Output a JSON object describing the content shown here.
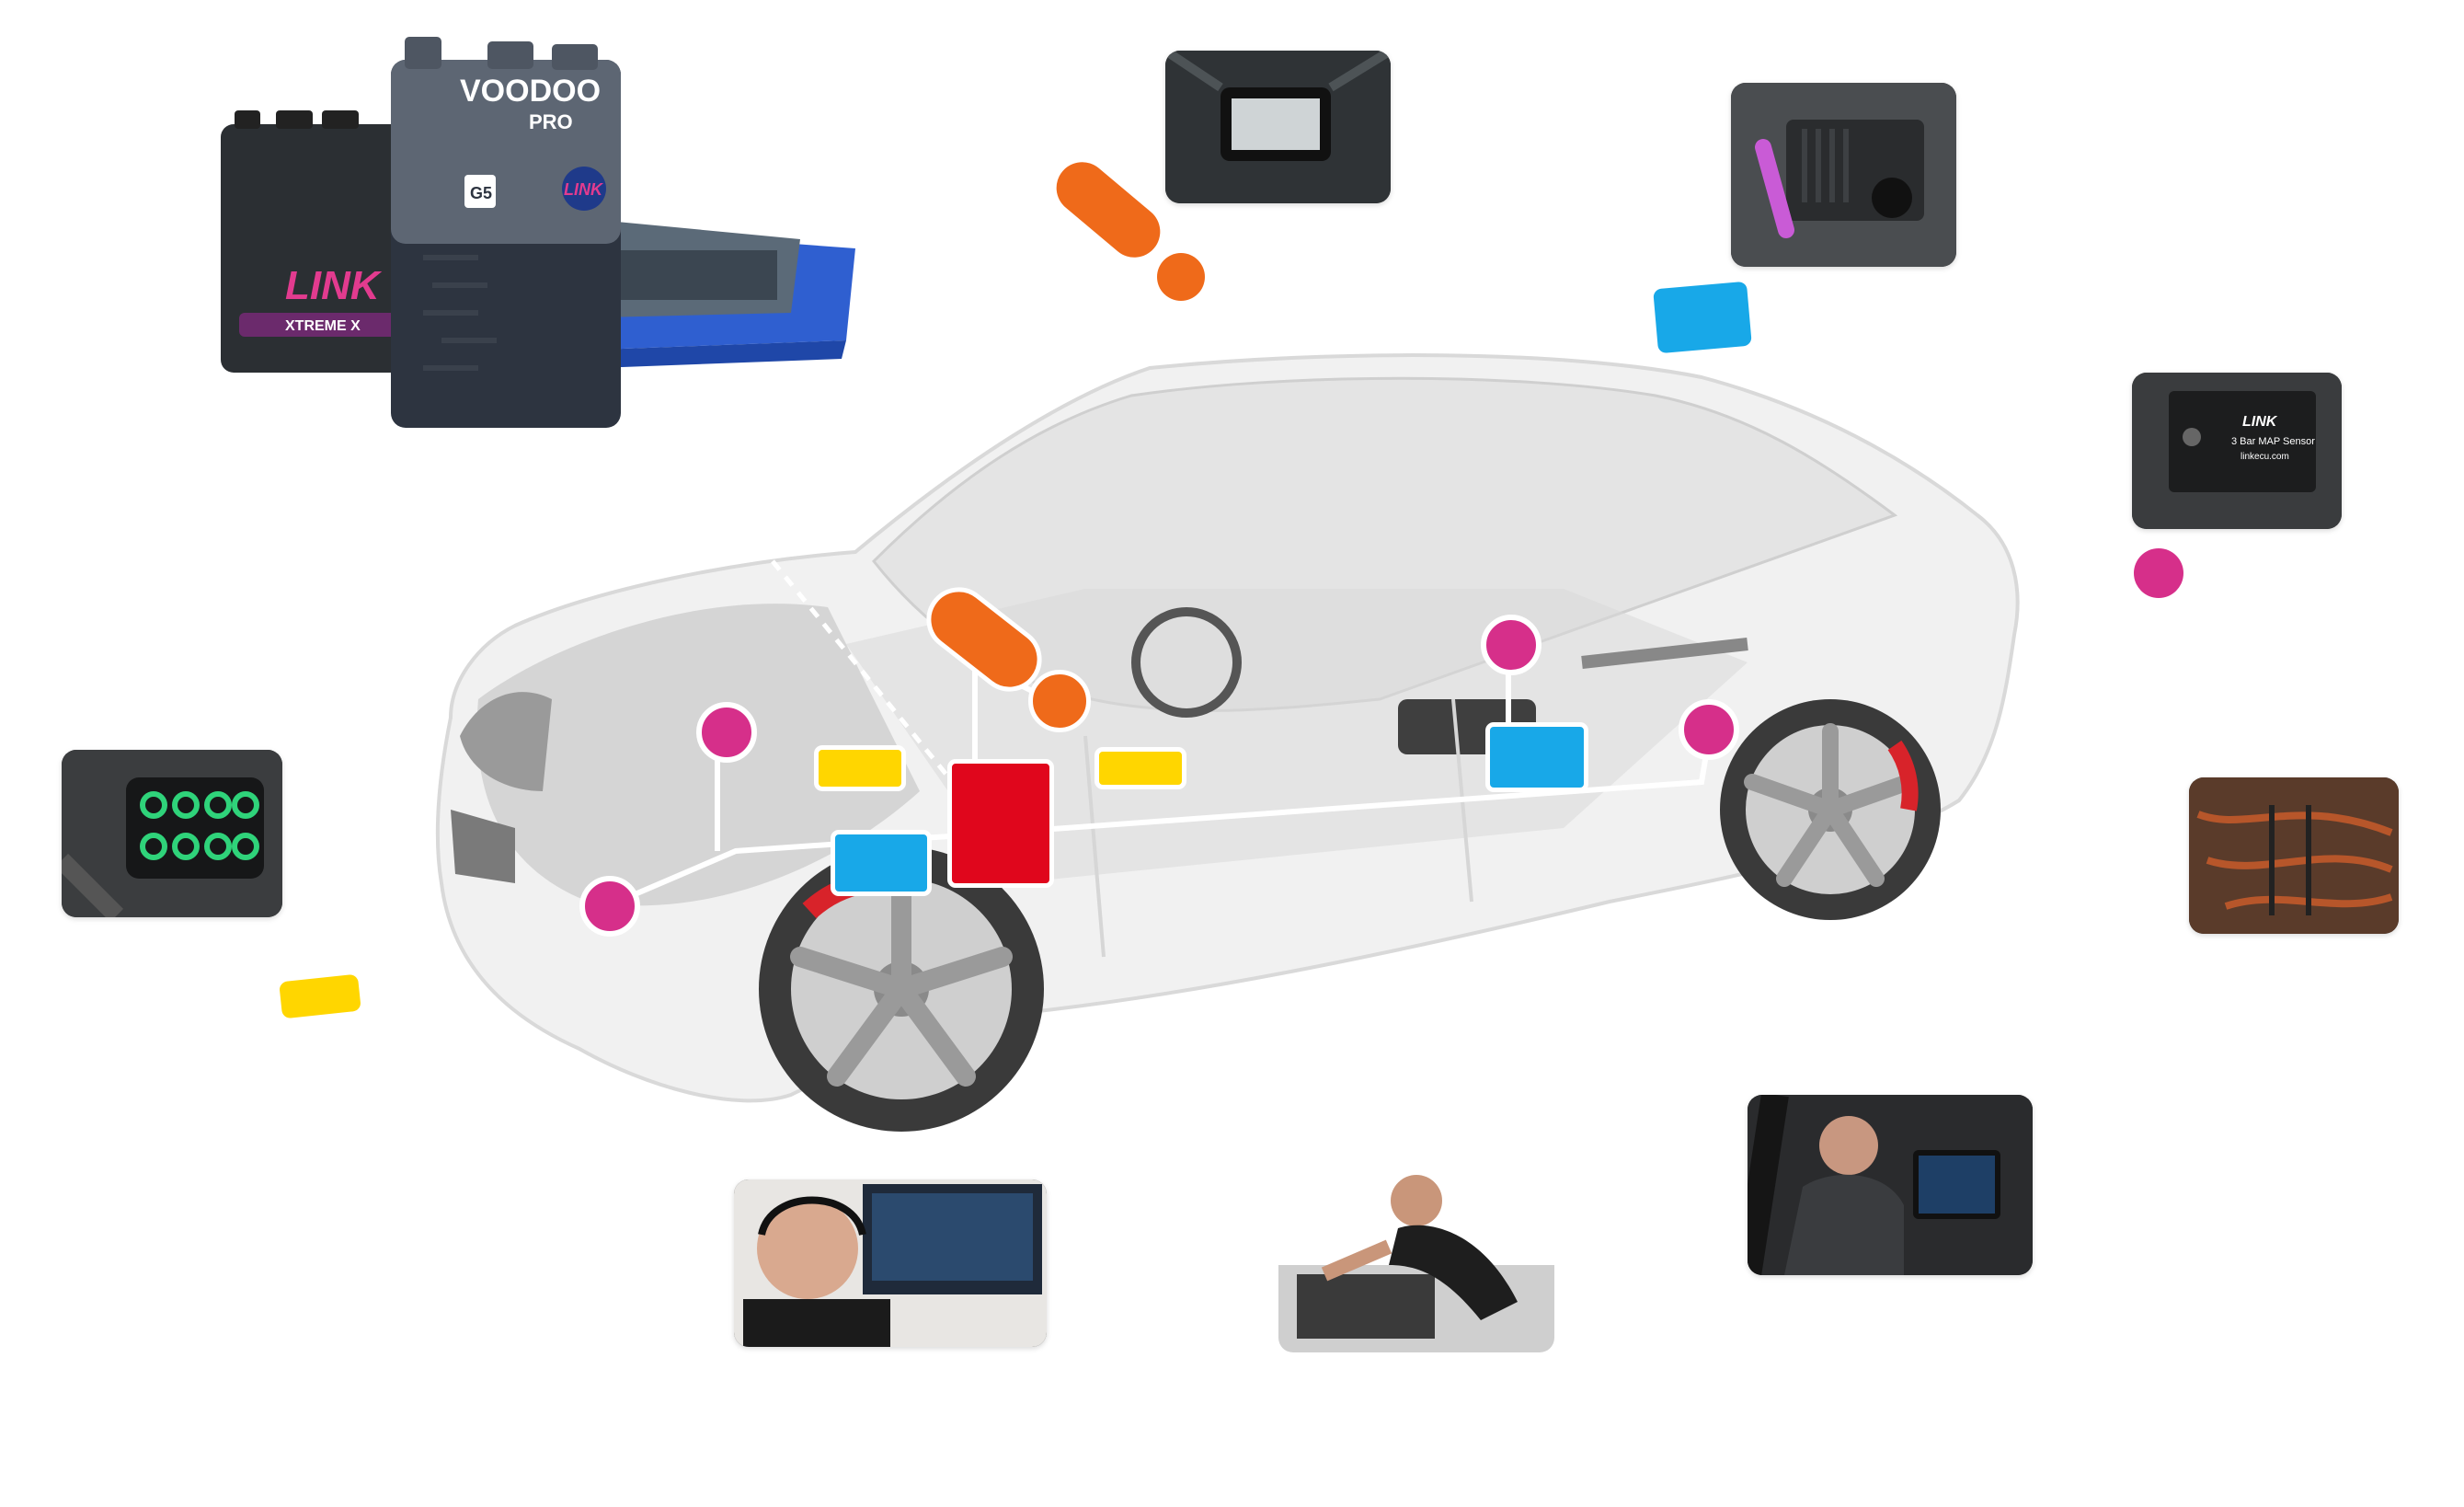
{
  "products": {
    "ecu_name_line1": "VOODOO",
    "ecu_name_line2": "PRO",
    "brand": "LINK",
    "module_badge": "G5",
    "xtreme_label": "XTREME X"
  },
  "sensor_labels": {
    "map_brand": "LINK",
    "map_title": "3 Bar MAP Sensor",
    "map_url": "linkecu.com"
  },
  "colors": {
    "accent_magenta": "#d62f8a",
    "accent_orange": "#ef6a1a",
    "accent_yellow": "#ffd600",
    "accent_blue": "#18a8e8",
    "accent_red": "#e0061c"
  },
  "icons": [
    "ecu-product-cluster",
    "car-cutaway",
    "network-node",
    "photo-thumbnail"
  ]
}
